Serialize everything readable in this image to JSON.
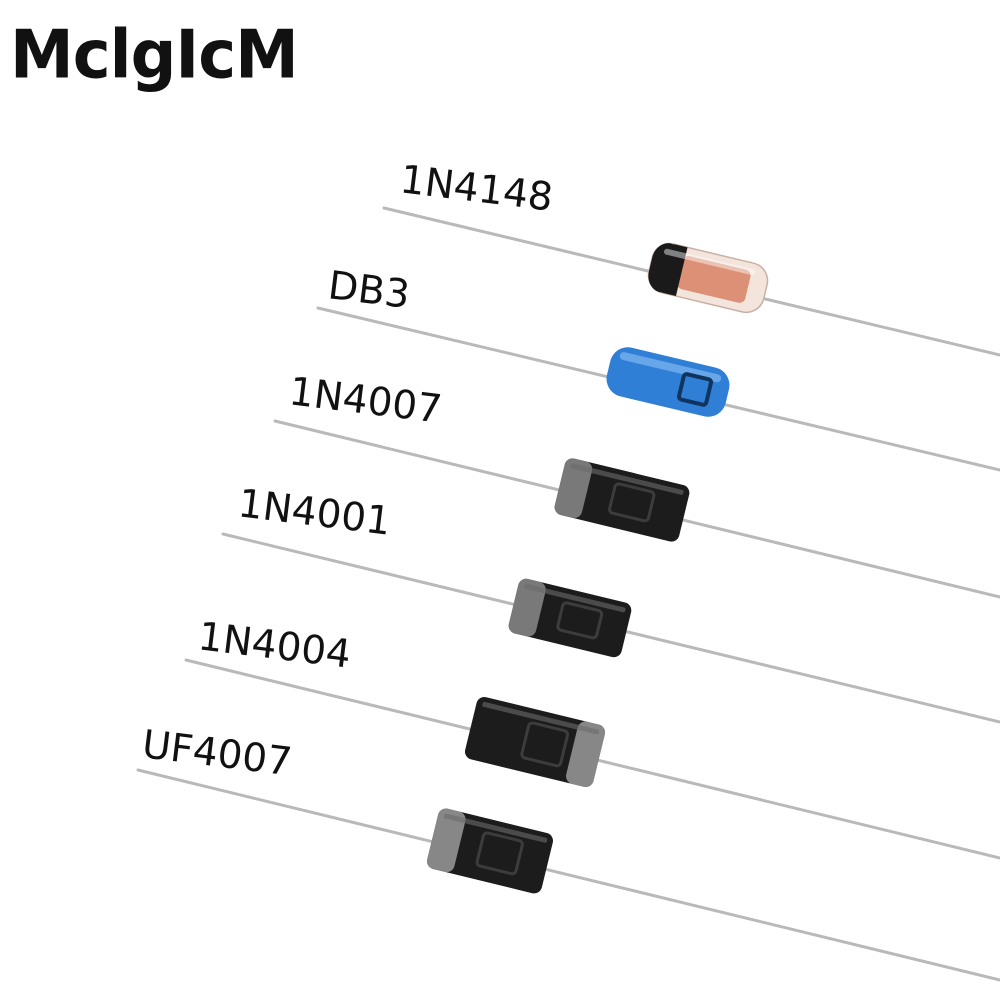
{
  "brand": {
    "logo_text": "MclgIcM"
  },
  "diodes": [
    {
      "label": "1N4148",
      "body_color": "#d9866a",
      "band_color": "#1a1a1a",
      "type": "glass"
    },
    {
      "label": "DB3",
      "body_color": "#2f7fd6",
      "band_color": "#1e5fa8",
      "type": "blue"
    },
    {
      "label": "1N4007",
      "body_color": "#1c1c1c",
      "band_color": "#8a8a8a",
      "type": "black"
    },
    {
      "label": "1N4001",
      "body_color": "#1c1c1c",
      "band_color": "#8a8a8a",
      "type": "black"
    },
    {
      "label": "1N4004",
      "body_color": "#1c1c1c",
      "band_color": "#9a9a9a",
      "type": "black"
    },
    {
      "label": "UF4007",
      "body_color": "#1c1c1c",
      "band_color": "#9a9a9a",
      "type": "black"
    }
  ],
  "colors": {
    "lead": "#b9b9b9",
    "background": "#ffffff",
    "text": "#111111"
  }
}
